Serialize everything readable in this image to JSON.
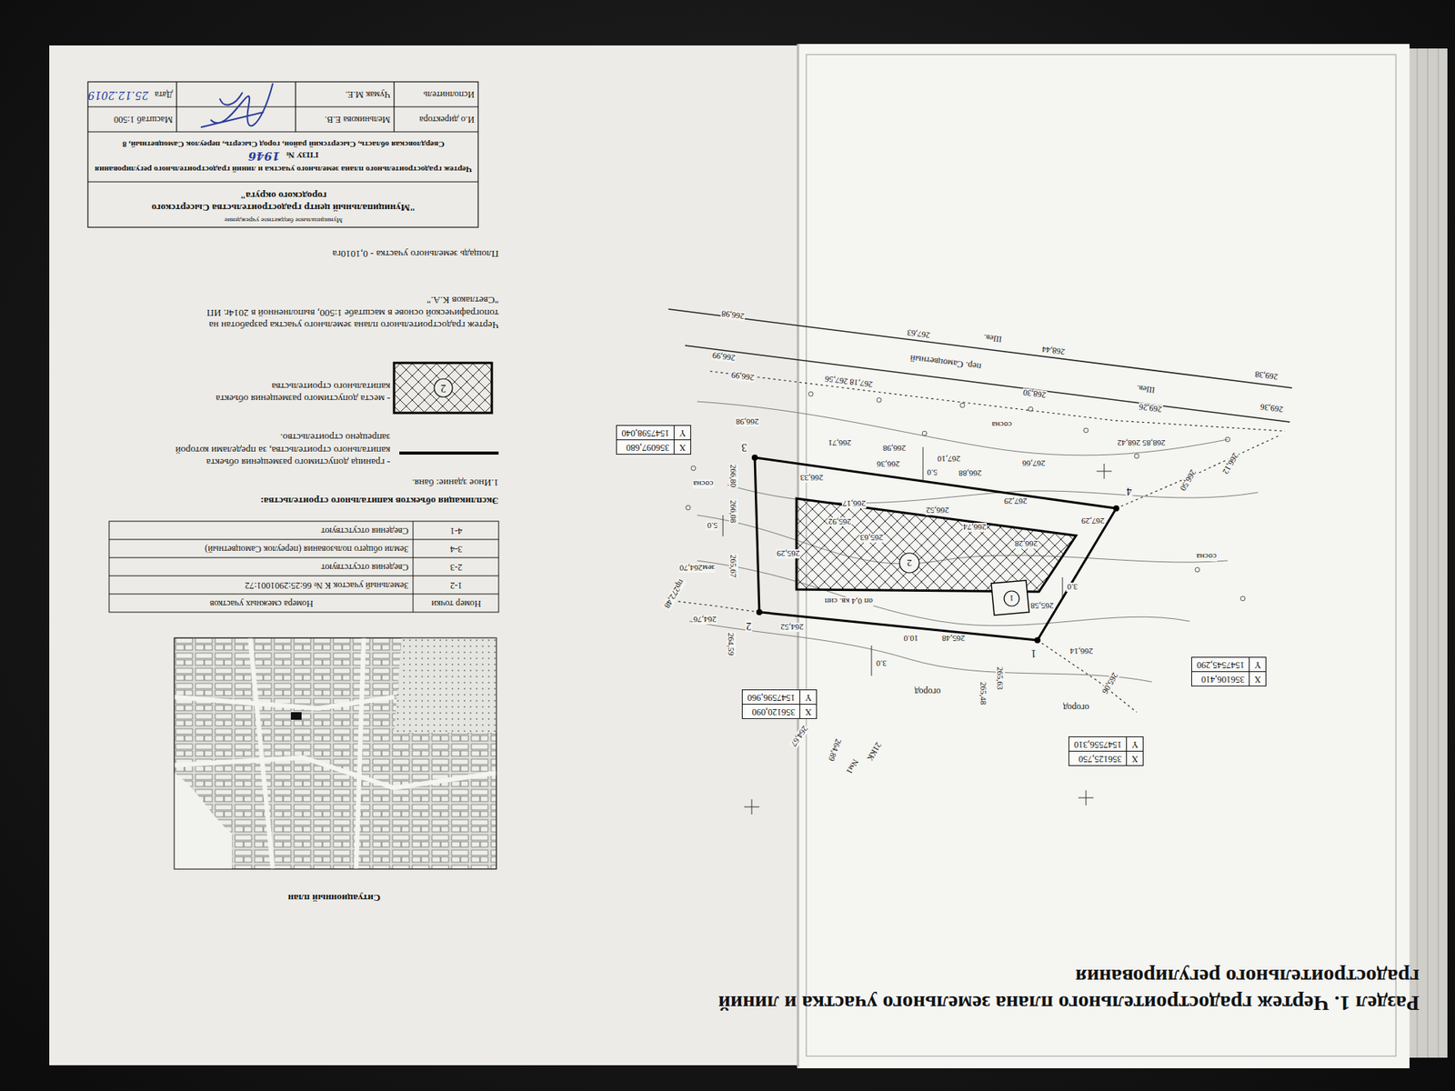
{
  "diagram": {
    "title": "Раздел 1. Чертеж градостроительного плана земельного участка и линий градостроительного регулирования",
    "nodes": [
      {
        "text": [
          "X",
          "356125,750",
          "Y",
          "1547556,310"
        ]
      },
      {
        "text": [
          "X",
          "356106,410",
          "Y",
          "1547545,290"
        ]
      },
      {
        "text": [
          "X",
          "356120,090",
          "Y",
          "1547596,960"
        ]
      },
      {
        "text": [
          "X",
          "356097,680",
          "Y",
          "1547598,040"
        ]
      }
    ],
    "labels": [
      "1",
      "2",
      "3",
      "4",
      "1",
      "2",
      "269,38",
      "268,44",
      "267,63",
      "266,98",
      "пер. Самоцветный",
      "Шев.",
      "266,99",
      "266,99",
      "267,18 267,56",
      "268,30",
      "Шев.",
      "269,36",
      "269,26",
      "сосна",
      "268,85 268,42",
      "266,12",
      "266,50",
      "266,98",
      "266,71",
      "266,98",
      "267,10",
      "5.0",
      "267,66",
      "266,33",
      "266,36",
      "266,88",
      "267,29",
      "266,80",
      "266,08",
      "266,17",
      "266,52",
      "267,29",
      "сосна",
      "265,92",
      "266,74",
      "266,28",
      "265,29",
      "265,63",
      "265,67",
      "5.0",
      "сосна",
      "3.0",
      "265,58",
      "пр272,48",
      "зем264,70",
      "оп 0,4 кв. сип",
      "264,52",
      "264,76",
      "264,59",
      "265,48",
      "10.0",
      "266,14",
      "265,06",
      "3.0",
      "огород",
      "огород",
      "265,63",
      "265,48",
      "264,67",
      "264,89",
      "Nм1",
      "21КК",
      "Ситуационный план",
      "Номер точки",
      "Номера смежных участков",
      "1-2",
      "Земельный участок К № 66:25:2901001:72",
      "2-3",
      "Сведения отсутствуют",
      "3-4",
      "Земли общего пользования (переулок Самоцветный)",
      "4-1",
      "Сведения отсутствуют",
      "Экспликация объектов капитального строительства:",
      "1.Иное здание: баня.",
      "2",
      "Чертеж градостроительного плана земельного участка разработан на топографической основе в масштабе 1:500, выполненной в 2014г. ИП \"Светлаков К.А.\"",
      "Площадь земельного участка - 0,1010га",
      "Муниципальное бюджетное учреждение",
      "\"Муниципальный центр градостроительства Сысертского городского округа\"",
      "Чертеж градостроительного плана земельного участка и линий градостроительного регулирования ГПЗУ №",
      "1946",
      "Свердловская область, Сысертский район, город Сысерть, переулок Самоцветный, 8",
      "И.о директора",
      "Мельникова Е.В.",
      "Масштаб 1:500",
      "Исполнитель",
      "Чумак М.Е.",
      "Дата",
      "25.12.2019"
    ],
    "legend": [
      {
        "text": "- граница допустимого размещения объекта капитального строительства, за пределами которой запрещено строительство."
      },
      {
        "text": "- места допустимого размещения объекта капитального строительства"
      }
    ]
  }
}
